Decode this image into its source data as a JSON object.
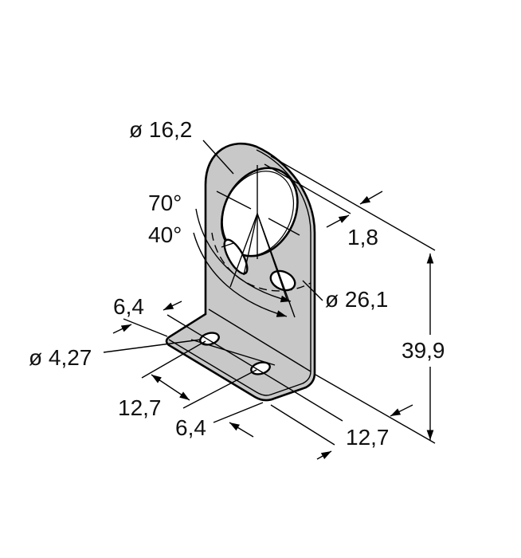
{
  "drawing": {
    "colors": {
      "part_fill": "#c8c8c8",
      "line": "#000000",
      "background": "#ffffff"
    },
    "dimensions": {
      "bore_diameter": "ø 16,2",
      "angle_outer": "70°",
      "angle_inner": "40°",
      "thickness": "1,8",
      "bolt_circle_diameter": "ø 26,1",
      "foot_edge_offset": "6,4",
      "foot_hole_diameter": "ø 4,27",
      "height": "39,9",
      "hole_spacing": "12,7",
      "foot_front_offset": "6,4",
      "width": "12,7"
    }
  }
}
